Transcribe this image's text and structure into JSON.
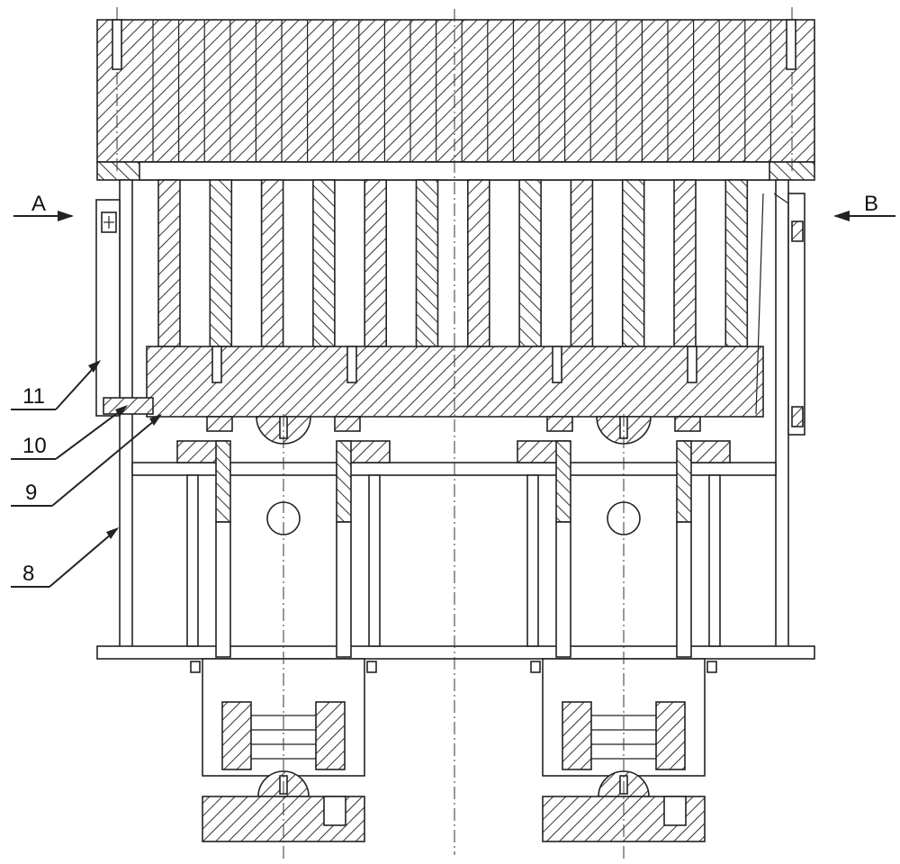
{
  "section_labels": {
    "left": "A",
    "right": "B"
  },
  "callouts": [
    {
      "id": "11",
      "text": "11"
    },
    {
      "id": "10",
      "text": "10"
    },
    {
      "id": "9",
      "text": "9"
    },
    {
      "id": "8",
      "text": "8"
    }
  ]
}
